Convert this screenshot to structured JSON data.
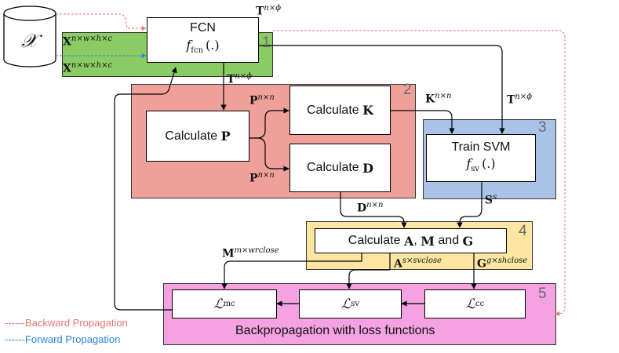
{
  "dataset": {
    "symbol": "𝒳"
  },
  "inputs": {
    "x_backward": {
      "base": "X",
      "sup": "n×w×h×c"
    },
    "x_forward": {
      "base": "X",
      "sup": "n×w×h×c"
    }
  },
  "fcn": {
    "number": "1",
    "title": "FCN",
    "function": "f",
    "function_sub": "fcn",
    "function_args": "(.)",
    "output": {
      "base": "T",
      "sup": "n×ϕ"
    }
  },
  "kernel_block": {
    "number": "2",
    "t_in": {
      "base": "T",
      "sup": "n×ϕ"
    },
    "calc_p": {
      "prefix": "Calculate ",
      "bold": "P"
    },
    "p_upper": {
      "base": "P",
      "sup": "n×n"
    },
    "p_lower": {
      "base": "P",
      "sup": "n×n"
    },
    "calc_k": {
      "prefix": "Calculate ",
      "bold": "K"
    },
    "calc_d": {
      "prefix": "Calculate ",
      "bold": "D"
    }
  },
  "svm_block": {
    "number": "3",
    "k_in": {
      "base": "K",
      "sup": "n×n"
    },
    "t_in": {
      "base": "T",
      "sup": "n×ϕ"
    },
    "title": "Train SVM",
    "function": "f",
    "function_sub": "sv",
    "function_args": "(.)",
    "s_out": {
      "base": "S",
      "sup": "s"
    }
  },
  "amg_block": {
    "number": "4",
    "d_in": {
      "base": "D",
      "sup": "n×n"
    },
    "label_prefix": "Calculate ",
    "a": "A",
    "sep": ", ",
    "m": "M",
    "and": " and ",
    "g": "G",
    "m_out": {
      "base": "M",
      "sup": "m×wrclose"
    },
    "a_out": {
      "base": "A",
      "sup": "s×svclose"
    },
    "g_out": {
      "base": "G",
      "sup": "g×shclose"
    }
  },
  "loss_block": {
    "number": "5",
    "losses": [
      {
        "symbol": "ℒ",
        "sub": "mc"
      },
      {
        "symbol": "ℒ",
        "sub": "sv"
      },
      {
        "symbol": "ℒ",
        "sub": "cc"
      }
    ],
    "caption": "Backpropagation with loss functions"
  },
  "legend": {
    "backward": {
      "line": "------",
      "label": "Backward Propagation",
      "color": "#e8766f"
    },
    "forward": {
      "line": "------",
      "label": "Forward Propagation",
      "color": "#2b86d9"
    }
  },
  "colors": {
    "fcn_region": "#8bcb64",
    "kernel_region": "#f0a09b",
    "svm_region": "#a9c3e6",
    "amg_region": "#fde6a1",
    "loss_region": "#f4a2e2"
  }
}
